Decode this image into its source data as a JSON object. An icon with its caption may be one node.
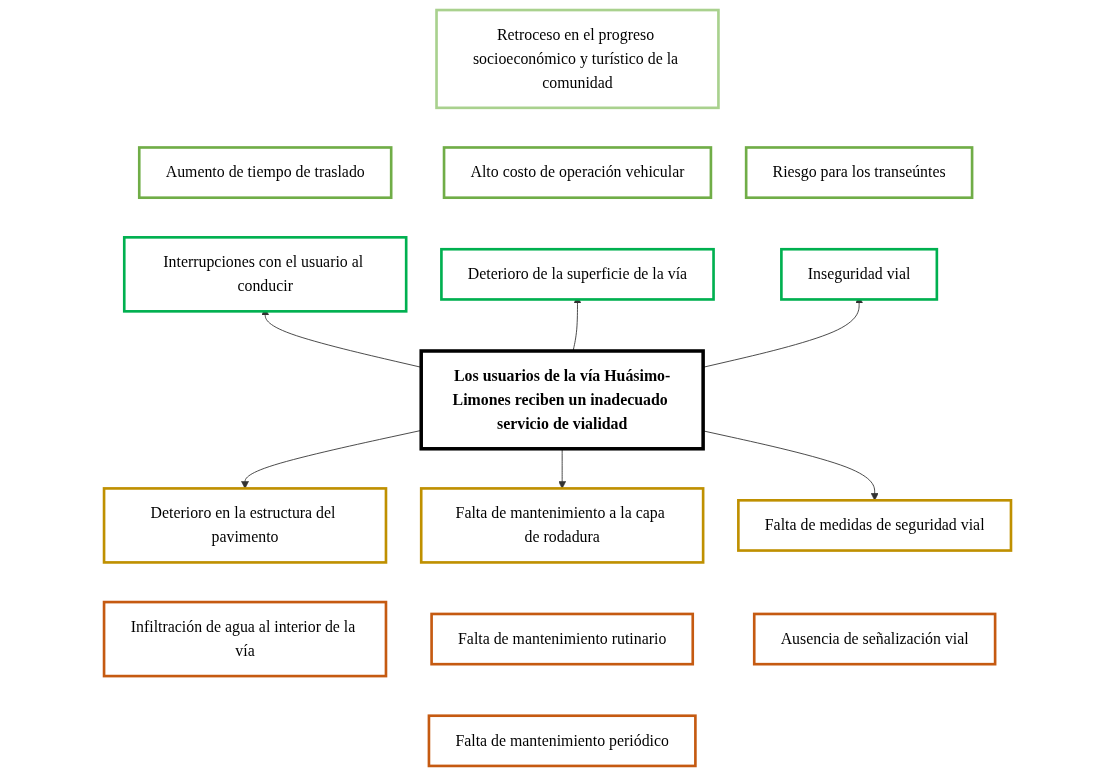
{
  "diagram": {
    "nodes": [
      {
        "text": [
          "Retroceso en el progreso socioeconómico y turístico de la comunidad"
        ]
      },
      {
        "text": [
          "Aumento de tiempo de traslado"
        ]
      },
      {
        "text": [
          "Alto costo de operación vehicular"
        ]
      },
      {
        "text": [
          "Riesgo para los transeúntes"
        ]
      },
      {
        "text": [
          "Interrupciones con el usuario al conducir"
        ]
      },
      {
        "text": [
          "Deterioro de la superficie de la vía"
        ]
      },
      {
        "text": [
          "Inseguridad vial"
        ]
      },
      {
        "text": [
          "Los usuarios de la vía Huásimo-Limones reciben un inadecuado servicio de vialidad"
        ]
      },
      {
        "text": [
          "Deterioro en la estructura del pavimento"
        ]
      },
      {
        "text": [
          "Falta de mantenimiento a la capa de rodadura"
        ]
      },
      {
        "text": [
          "Falta de medidas de seguridad vial"
        ]
      },
      {
        "text": [
          "Infiltración de agua al interior de la vía"
        ]
      },
      {
        "text": [
          "Falta de mantenimiento rutinario"
        ]
      },
      {
        "text": [
          "Ausencia de señalización vial"
        ]
      },
      {
        "text": [
          "Falta de mantenimiento periódico"
        ]
      }
    ],
    "edges": [
      {
        "from": 7,
        "to": 4,
        "arrow": "to"
      },
      {
        "from": 7,
        "to": 5,
        "arrow": "to"
      },
      {
        "from": 7,
        "to": 6,
        "arrow": "to"
      },
      {
        "from": 7,
        "to": 8,
        "arrow": "to"
      },
      {
        "from": 7,
        "to": 9,
        "arrow": "to"
      },
      {
        "from": 7,
        "to": 10,
        "arrow": "to"
      }
    ]
  }
}
